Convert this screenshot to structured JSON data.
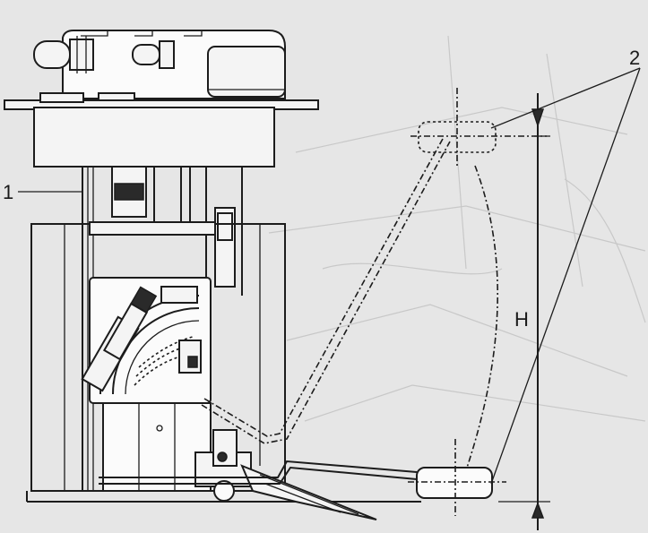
{
  "labels": {
    "sender": "1",
    "float_positions": "2",
    "height": "H"
  }
}
